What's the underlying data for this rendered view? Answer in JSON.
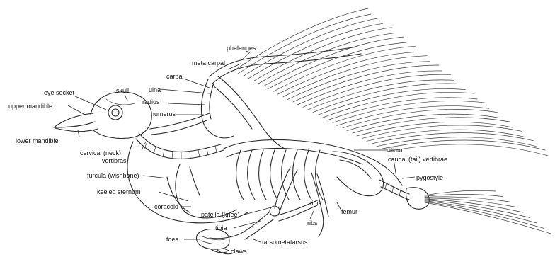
{
  "figure": {
    "labels": {
      "phalanges": "phalanges",
      "meta_carpal": "meta carpal",
      "carpal": "carpal",
      "ulna": "ulna",
      "radius": "radius",
      "humerus": "humerus",
      "eye_socket": "eye socket",
      "skull": "skull",
      "upper_mandible": "upper mandible",
      "lower_mandible": "lower mandible",
      "cervical_line1": "cervical (neck)",
      "cervical_line2": "vertibras",
      "furcula": "furcula (wishbone)",
      "keeled_sternum": "keeled sternum",
      "coracoid": "coracoid",
      "patella": "patella (knee)",
      "tibia_lower": "tibia",
      "tibia_right": "tibia",
      "ribs": "ribs",
      "femur": "femur",
      "ilium": "ilium",
      "caudal": "caudal (tail) vertibrae",
      "pygostyle": "pygostyle",
      "toes": "toes",
      "tarsometatarsus": "tarsometatarsus",
      "claws": "claws"
    }
  }
}
